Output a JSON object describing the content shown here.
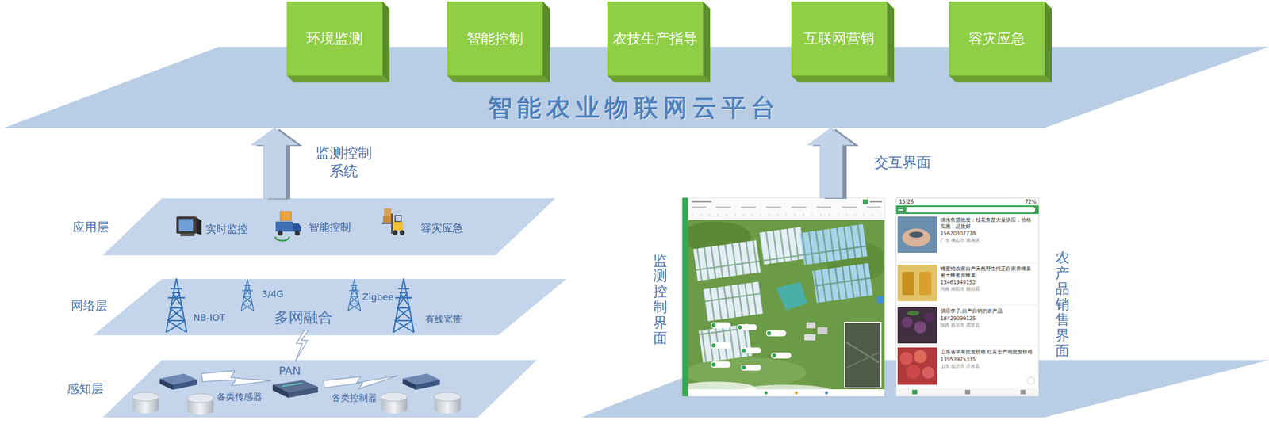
{
  "diagram": {
    "nodes": [
      {
        "text": [
          "环境监测"
        ]
      },
      {
        "text": [
          "智能控制"
        ]
      },
      {
        "text": [
          "农技生产指导"
        ]
      },
      {
        "text": [
          "互联网营销"
        ]
      },
      {
        "text": [
          "容灾应急"
        ]
      },
      {
        "text": [
          "智能农业物联网云平台"
        ]
      },
      {
        "text": [
          "应用层"
        ]
      },
      {
        "text": [
          "网络层"
        ]
      },
      {
        "text": [
          "感知层"
        ]
      },
      {
        "text": [
          "监测控制界面"
        ]
      },
      {
        "text": [
          "农产品销售界面"
        ]
      }
    ],
    "edges": [
      {
        "from": 6,
        "to": 5,
        "arrow": "to",
        "label": "监测控制 系统"
      },
      {
        "from": 9,
        "to": 5,
        "arrow": "to",
        "label": "交互界面"
      }
    ],
    "labels": [
      "实时监控",
      "智能控制",
      "容灾应急",
      "NB-IOT",
      "3/4G",
      "Zigbee",
      "多网融合",
      "有线宽带",
      "PAN",
      "各类传感器",
      "各类控制器",
      "15:26",
      "72%",
      "淡水鱼苗批发；桂花鱼苗大量供应，价格实惠，品质好",
      "15620307778",
      "广东 佛山市 南海区",
      "蜂蜜纯农家自产天然野生纯正自家养蜂巢蜜土蜂蜜原蜂巢",
      "13461945152",
      "河南 南阳市 桐柏县",
      "供应李子,自产自销的农产品",
      "18429099125",
      "陕西 西安市 周至县",
      "山东省苹果批发价格 红富士产地批发价格",
      "13953975335",
      "山东 临沂市 沂水县"
    ]
  }
}
